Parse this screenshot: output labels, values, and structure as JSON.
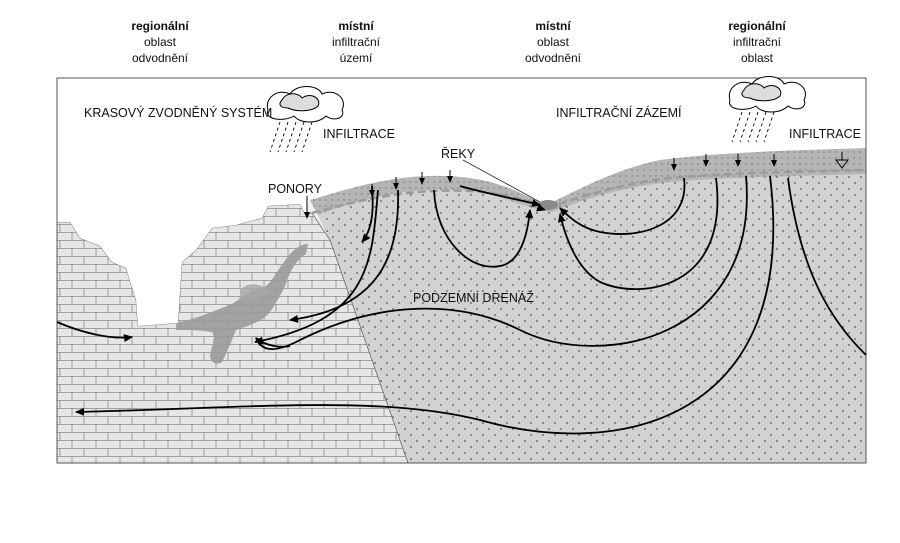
{
  "headers": [
    {
      "bold": "regionální",
      "line2": "oblast",
      "line3": "odvodnění"
    },
    {
      "bold": "místní",
      "line2": "infiltrační",
      "line3": "území"
    },
    {
      "bold": "místní",
      "line2": "oblast",
      "line3": "odvodnění"
    },
    {
      "bold": "regionální",
      "line2": "infiltrační",
      "line3": "oblast"
    }
  ],
  "labels": {
    "karst_system": "KRASOVÝ ZVODNĚNÝ SYSTÉM",
    "infiltration_left": "INFILTRACE",
    "infiltration_right": "INFILTRACE",
    "recharge_area": "INFILTRAČNÍ ZÁZEMÍ",
    "rivers": "ŘEKY",
    "sinkholes": "PONORY",
    "underground_drainage": "PODZEMNÍ DRENÁŽ"
  },
  "colors": {
    "limestone": "#e6e6e6",
    "sand": "#d2d2d2",
    "soil_layer": "#b5b5b5",
    "cave": "#8f8f8f",
    "water_table": "#9a9a9a",
    "flow_line": "#000000"
  },
  "icons": [
    "rain-cloud-icon",
    "rain-cloud-icon",
    "water-table-symbol-icon"
  ]
}
